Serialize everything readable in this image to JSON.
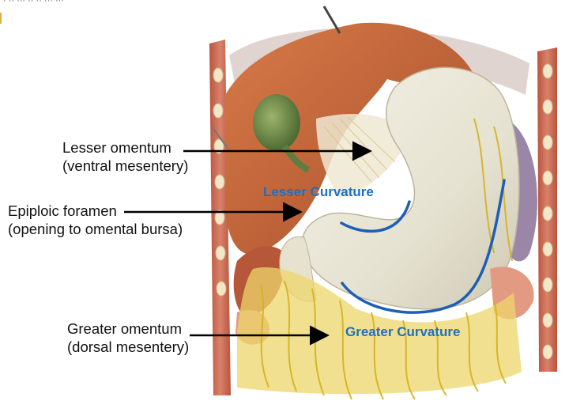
{
  "labels": {
    "lesser_omentum": {
      "line1": "Lesser omentum",
      "line2": "(ventral mesentery)"
    },
    "epiploic_foramen": {
      "line1": "Epiploic foramen",
      "line2": "(opening to omental bursa)"
    },
    "greater_omentum": {
      "line1": "Greater omentum",
      "line2": "(dorsal mesentery)"
    }
  },
  "curvatures": {
    "lesser": "Lesser Curvature",
    "greater": "Greater Curvature"
  },
  "colors": {
    "curvature_line": "#1d5fb5",
    "curvature_text": "#1f6fc0",
    "arrow": "#000000",
    "liver": "#c96a3e",
    "stomach": "#e9e6d8",
    "gallbladder": "#6f8c4a",
    "omentum_fat": "#e8cf3a",
    "body_wall": "#c8604a"
  }
}
